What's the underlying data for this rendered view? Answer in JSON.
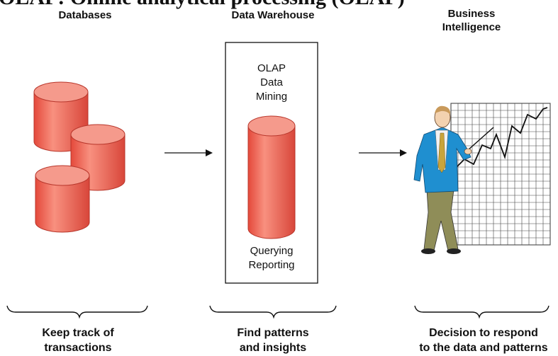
{
  "top_title": "OLAP: Online analytical processing (OLAP)",
  "columns": {
    "databases": {
      "header": "Databases",
      "caption_line1": "Keep track of",
      "caption_line2": "transactions"
    },
    "warehouse": {
      "header": "Data Warehouse",
      "top_line1": "OLAP",
      "top_line2": "Data",
      "top_line3": "Mining",
      "bottom_line1": "Querying",
      "bottom_line2": "Reporting",
      "caption_line1": "Find patterns",
      "caption_line2": "and insights"
    },
    "bi": {
      "header_line1": "Business",
      "header_line2": "Intelligence",
      "caption_line1": "Decision to respond",
      "caption_line2": "to the data and patterns"
    }
  },
  "colors": {
    "cylinder_fill": "#f06a5a",
    "cylinder_dark": "#c9392d",
    "cylinder_top": "#f58a7d",
    "jacket": "#1f8fd0",
    "pants": "#8a8a55",
    "tie": "#c9a43a"
  }
}
